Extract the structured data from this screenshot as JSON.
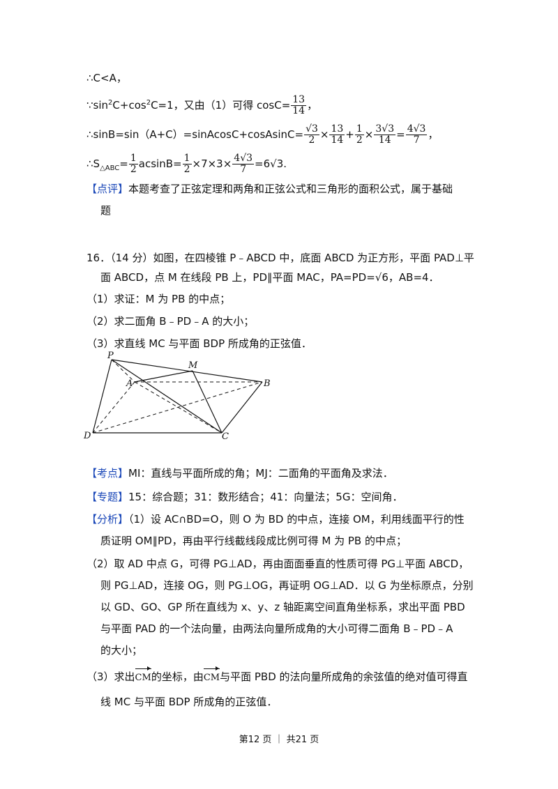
{
  "solution_lines": {
    "l1": "∴C<A，",
    "l2_a": "∵sin",
    "l2_b": "C+cos",
    "l2_c": "C=1，又由（1）可得 cosC=",
    "l2_num": "13",
    "l2_den": "14",
    "l2_end": "，",
    "l3_a": "∴sinB=sin（A+C）=sinAcosC+cosAsinC=",
    "l3_f1n": "√3",
    "l3_f1d": "2",
    "l3_f2n": "13",
    "l3_f2d": "14",
    "l3_f3n": "1",
    "l3_f3d": "2",
    "l3_f4n": "3√3",
    "l3_f4d": "14",
    "l3_f5n": "4√3",
    "l3_f5d": "7",
    "l4_a": "∴S",
    "l4_sub": "△ABC",
    "l4_b": "=",
    "l4_f1n": "1",
    "l4_f1d": "2",
    "l4_c": "acsinB=",
    "l4_f2n": "1",
    "l4_f2d": "2",
    "l4_d": "×7×3×",
    "l4_f3n": "4√3",
    "l4_f3d": "7",
    "l4_e": "=6√3."
  },
  "comment": {
    "tag": "【点评】",
    "text1": "本题考查了正弦定理和两角和正弦公式和三角形的面积公式，属于基础",
    "text2": "题"
  },
  "problem": {
    "line1": "16．（14 分）如图，在四棱锥 P﹣ABCD 中，底面 ABCD 为正方形，平面 PAD⊥平",
    "line2": "面 ABCD，点 M 在线段 PB 上，PD∥平面 MAC，PA=PD=√6，AB=4．",
    "q1": "（1）求证：M 为 PB 的中点；",
    "q2": "（2）求二面角 B﹣PD﹣A 的大小；",
    "q3": "（3）求直线 MC 与平面 BDP 所成角的正弦值．"
  },
  "figure_labels": {
    "P": "P",
    "M": "M",
    "A": "A",
    "B": "B",
    "D": "D",
    "C": "C"
  },
  "kaodian": {
    "tag": "【考点】",
    "text": "MI：直线与平面所成的角；MJ：二面角的平面角及求法．"
  },
  "zhuanti": {
    "tag": "【专题】",
    "text": "15：综合题；31：数形结合；41：向量法；5G：空间角．"
  },
  "fenxi": {
    "tag": "【分析】",
    "p1a": "（1）设 AC∩BD=O，则 O 为 BD 的中点，连接 OM，利用线面平行的性",
    "p1b": "质证明 OM∥PD，再由平行线截线段成比例可得 M 为 PB 的中点；",
    "p2a": "（2）取 AD 中点 G，可得 PG⊥AD，再由面面垂直的性质可得 PG⊥平面 ABCD，",
    "p2b": "则 PG⊥AD，连接 OG，则 PG⊥OG，再证明 OG⊥AD．以 G 为坐标原点，分别",
    "p2c": "以 GD、GO、GP 所在直线为 x、y、z 轴距离空间直角坐标系，求出平面 PBD",
    "p2d": "与平面 PAD 的一个法向量，由两法向量所成角的大小可得二面角 B﹣PD﹣A",
    "p2e": "的大小；",
    "p3a": "（3）求出",
    "vec1": "CM",
    "p3b": "的坐标，由",
    "vec2": "CM",
    "p3c": "与平面 PBD 的法向量所成角的余弦值的绝对值可得直",
    "p3d": "线 MC 与平面 BDP 所成角的正弦值．"
  },
  "footer": {
    "text": "第12 页 ｜ 共21 页"
  }
}
